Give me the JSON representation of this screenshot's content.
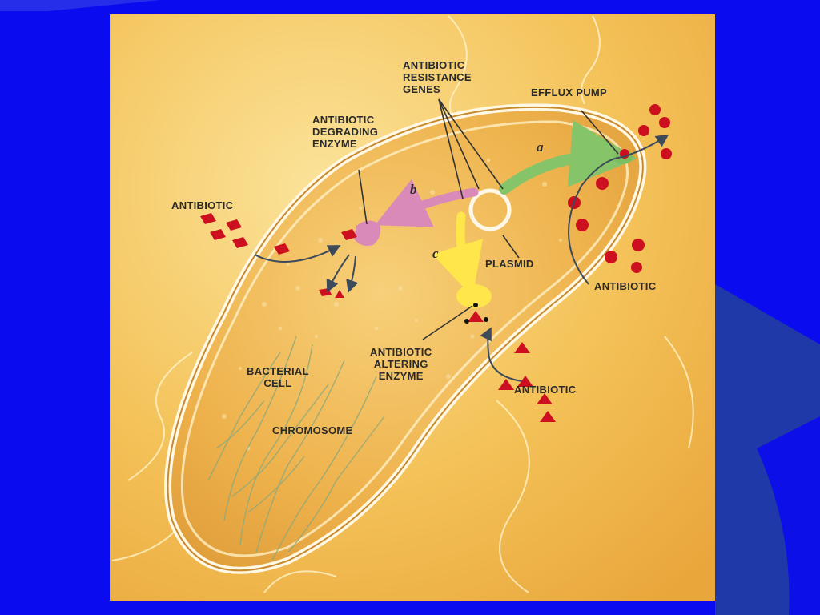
{
  "labels": {
    "resistance_genes": "ANTIBIOTIC\nRESISTANCE\nGENES",
    "efflux_pump": "EFFLUX PUMP",
    "degrading_enzyme": "ANTIBIOTIC\nDEGRADING\nENZYME",
    "antibiotic_left": "ANTIBIOTIC",
    "plasmid": "PLASMID",
    "antibiotic_right": "ANTIBIOTIC",
    "altering_enzyme": "ANTIBIOTIC\nALTERING\nENZYME",
    "antibiotic_bottom": "ANTIBIOTIC",
    "bacterial_cell": "BACTERIAL\nCELL",
    "chromosome": "CHROMOSOME"
  },
  "pathway_letters": {
    "a": "a",
    "b": "b",
    "c": "c"
  },
  "colors": {
    "slide_background": "#0b0bf0",
    "slide_accent": "#1f3aa8",
    "panel_background": "#f6c85a",
    "cell_body": "#efb64a",
    "cell_membrane": "#fff6dc",
    "antibiotic": "#cc1020",
    "degrading_enzyme": "#d98ab8",
    "efflux_pathway": "#86c46a",
    "altering_enzyme": "#ffe64a"
  }
}
